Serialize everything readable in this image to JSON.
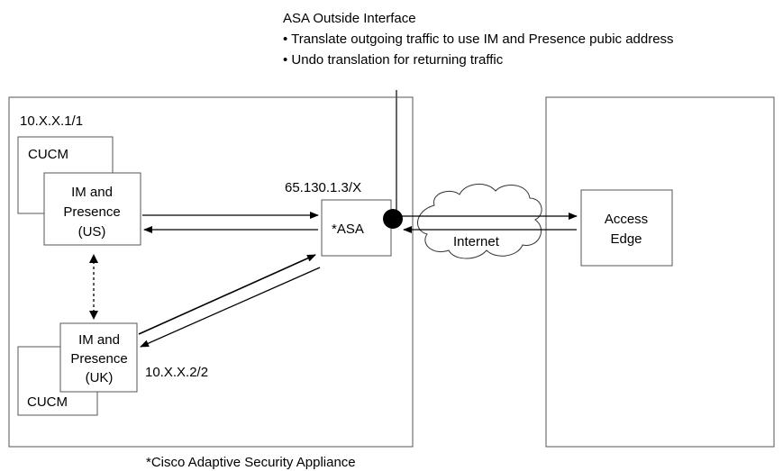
{
  "header": {
    "title": "ASA Outside Interface",
    "bullets": [
      "• Translate outgoing traffic to use IM and Presence pubic address",
      "• Undo translation for returning traffic"
    ]
  },
  "nodes": {
    "cucm_top": {
      "ip": "10.X.X.1/1",
      "label": "CUCM"
    },
    "im_us": {
      "lines": [
        "IM and",
        "Presence",
        "(US)"
      ]
    },
    "im_uk": {
      "lines": [
        "IM and",
        "Presence",
        "(UK)"
      ]
    },
    "cucm_bottom": {
      "ip": "10.X.X.2/2",
      "label": "CUCM"
    },
    "asa": {
      "label": "*ASA",
      "ip": "65.130.1.3/X"
    },
    "internet": {
      "label": "Internet"
    },
    "access_edge": {
      "lines": [
        "Access",
        "Edge"
      ]
    }
  },
  "footnote": "*Cisco Adaptive Security Appliance"
}
